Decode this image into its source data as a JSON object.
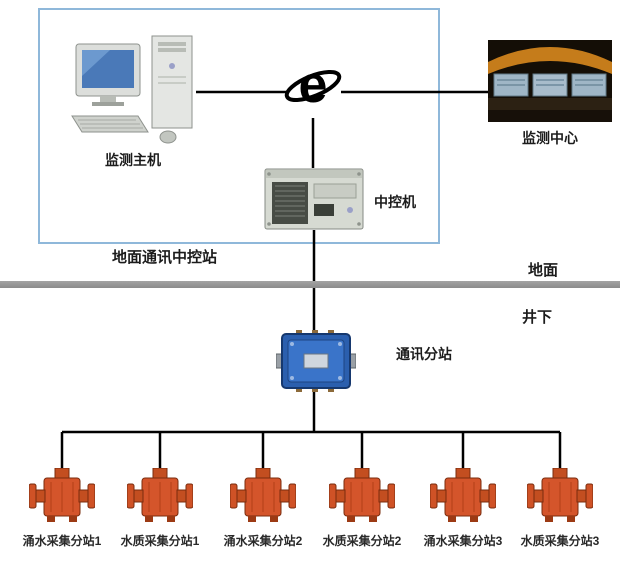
{
  "labels": {
    "monitoring_host": "监测主机",
    "monitoring_center": "监测中心",
    "central_control": "中控机",
    "ground_station": "地面通讯中控站",
    "surface": "地面",
    "underground": "井下",
    "comm_substation": "通讯分站"
  },
  "devices": [
    {
      "label": "涌水采集分站1"
    },
    {
      "label": "水质采集分站1"
    },
    {
      "label": "涌水采集分站2"
    },
    {
      "label": "水质采集分站2"
    },
    {
      "label": "涌水采集分站3"
    },
    {
      "label": "水质采集分站3"
    }
  ],
  "icons": {
    "internet": "internet-e-icon"
  },
  "colors": {
    "wire": "#000000",
    "frame_blue": "#8fb8da",
    "divider_gray": "#8f8f8f",
    "substation_blue": "#2b5fae",
    "device_orange": "#d0522a"
  }
}
